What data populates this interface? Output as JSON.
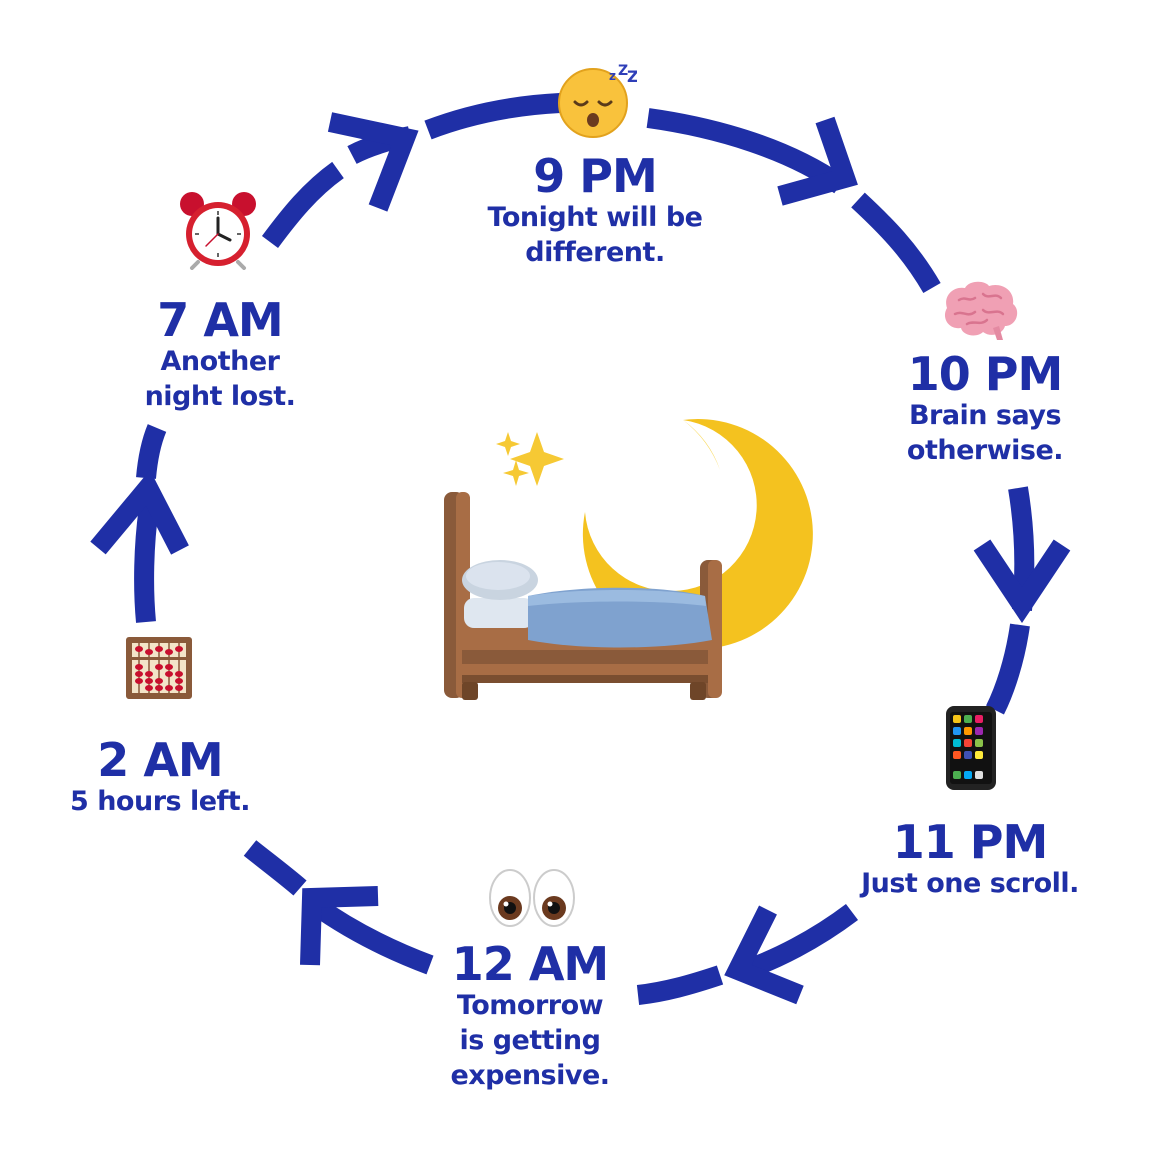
{
  "colors": {
    "accent": "#1f2fa6",
    "background": "#ffffff"
  },
  "center": {
    "icon": "bed-icon",
    "moon_icon": "crescent-moon-icon",
    "sparkles_icon": "sparkles-icon"
  },
  "stages": [
    {
      "id": "9pm",
      "time": "9 PM",
      "caption": "Tonight will be\ndifferent.",
      "icon": "sleeping-face-icon"
    },
    {
      "id": "10pm",
      "time": "10 PM",
      "caption": "Brain says\notherwise.",
      "icon": "brain-icon"
    },
    {
      "id": "11pm",
      "time": "11 PM",
      "caption": "Just one scroll.",
      "icon": "mobile-phone-icon"
    },
    {
      "id": "12am",
      "time": "12 AM",
      "caption": "Tomorrow\nis getting\nexpensive.",
      "icon": "eyes-icon"
    },
    {
      "id": "2am",
      "time": "2 AM",
      "caption": "5 hours left.",
      "icon": "abacus-icon"
    },
    {
      "id": "7am",
      "time": "7 AM",
      "caption": "Another\nnight lost.",
      "icon": "alarm-clock-icon"
    }
  ]
}
